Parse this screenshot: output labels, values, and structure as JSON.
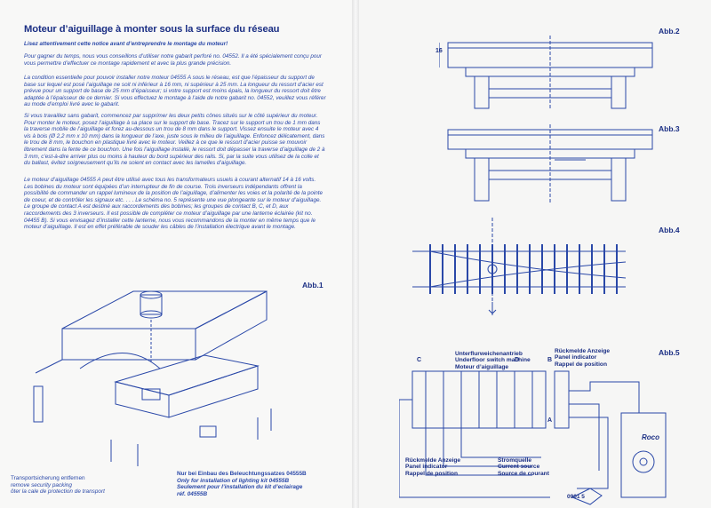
{
  "left_page": {
    "title": "Moteur d’aiguillage à monter sous la surface du réseau",
    "paragraphs": [
      "Lisez attentivement cette notice avant d’entreprendre le montage du moteur!",
      "Pour gagner du temps, nous vous conseillons d’utiliser notre gabarit perforé no. 04552. Il a été spécialement conçu pour vous permettre d’effectuer ce montage rapidement et avec la plus grande précision.",
      "La condition essentielle pour pouvoir installer notre moteur 04555 A sous le réseau, est que l’épaisseur du support de base sur lequel est posé l’aiguillage ne soit ni inférieur à 16 mm, ni supérieur à 25 mm. La longueur du ressort d’acier est prévue pour un support de base de 25 mm d’épaisseur; si votre support est moins épais, la longueur du ressort doit être adaptée à l’épaisseur de ce dernier. Si vous effectuez le montage à l’aide de notre gabarit no. 04552, veuillez vous référer au mode d’emploi livré avec le gabarit.",
      "Si vous travaillez sans gabarit, commencez par supprimer les deux petits cônes situés sur le côté supérieur du moteur. Pour monter le moteur, posez l’aiguillage à sa place sur le support de base. Tracez sur le support un trou de 1 mm dans la traverse mobile de l’aiguillage et forez au-dessous un trou de 8 mm dans le support. Vissez ensuite le moteur avec 4 vis à bois (Ø 2,2 mm x 10 mm) dans la longueur de l’axe, juste sous le milieu de l’aiguillage. Enfoncez délicatement, dans le trou de 8 mm, le bouchon en plastique livré avec le moteur. Veillez à ce que le ressort d’acier puisse se mouvoir librement dans la fente de ce bouchon. Une fois l’aiguillage installé, le ressort doit dépasser la traverse d’aiguillage de 2 à 3 mm, c’est-à-dire arriver plus ou moins à hauteur du bord supérieur des rails. Si, par la suite vous utilisez de la colle et du ballast, évitez soigneusement qu’ils ne soient en contact avec les lamelles d’aiguillage.",
      "Le moteur d’aiguillage 04555 A peut être utilisé avec tous les transformateurs usuels à courant alternatif 14 à 16 volts. Les bobines du moteur sont équipées d’un interrupteur de fin de course. Trois inverseurs indépendants offrent la possibilité de commander un rappel lumineux de la position de l’aiguillage, d’alimenter les voies et la polarité de la pointe de coeur, et de contrôler les signaux etc. . . . Le schéma no. 5 représente une vue plongeante sur le moteur d’aiguillage. Le groupe de contact A est destiné aux raccordements des bobines; les groupes de contact B, C, et D, aux raccordements des 3 inverseurs. Il est possible de compléter ce moteur d’aiguillage par une lanterne éclairée (kit no. 04455 B). Si vous envisagez d’installer cette lanterne, nous vous recommandons de la monter en même temps que le moteur d’aiguillage. Il est en effet préférable de souder les câbles de l’installation électrique avant le montage."
    ],
    "abb1": "Abb.1",
    "caption_security": [
      "Transportsicherung entfernen",
      "remove security packing",
      "ôter la cale de protection de transport"
    ],
    "caption_lighting": [
      "Nur bei Einbau des Beleuchtungssatzes 04555B",
      "Only for installation of lighting kit 04555B",
      "Seulement pour l’installation du kit d’eclairage",
      "réf. 04555B"
    ]
  },
  "right_page": {
    "abb2": "Abb.2",
    "abb3": "Abb.3",
    "abb4": "Abb.4",
    "abb5": "Abb.5",
    "dim_16": "16",
    "machine_label": [
      "Unterflurweichenantrieb",
      "Underfloor switch machine",
      "Moteur d’aiguillage"
    ],
    "panel_top": [
      "Rückmelde Anzeige",
      "Panel indicator",
      "Rappel de position"
    ],
    "panel_bottom": [
      "Rückmelde Anzeige",
      "Panel indicator",
      "Rappel de position"
    ],
    "current_source": [
      "Stromquelle",
      "Current source",
      "Source de courant"
    ],
    "contact_letters": [
      "C",
      "D",
      "B",
      "A"
    ],
    "part_number": "0901 5",
    "brand": "Roco",
    "colors": {
      "ink": "#1b2f84",
      "paper": "#f8f8f7"
    }
  }
}
